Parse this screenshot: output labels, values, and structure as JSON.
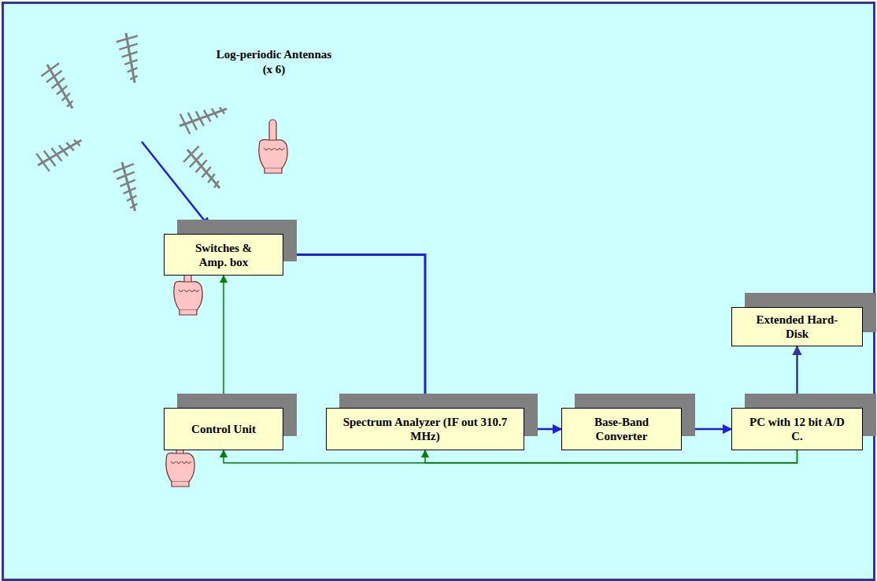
{
  "diagram": {
    "nodes": [
      {
        "text": [
          "Switches & Amp. box"
        ]
      },
      {
        "text": [
          "Extended Hard-Disk"
        ]
      },
      {
        "text": [
          "Control Unit"
        ]
      },
      {
        "text": [
          "Spectrum Analyzer (IF out 310.7 MHz)"
        ]
      },
      {
        "text": [
          "Base-Band Converter"
        ]
      },
      {
        "text": [
          "PC with 12 bit A/D C."
        ]
      }
    ],
    "edges": [
      {
        "from": 0,
        "to": 3,
        "arrow": "to"
      },
      {
        "from": 3,
        "to": 4,
        "arrow": "to"
      },
      {
        "from": 4,
        "to": 5,
        "arrow": "to"
      },
      {
        "from": 5,
        "to": 1,
        "arrow": "both"
      },
      {
        "from": 2,
        "to": 0,
        "arrow": "to"
      },
      {
        "from": 5,
        "to": 2,
        "arrow": "to"
      },
      {
        "from": 5,
        "to": 3,
        "arrow": "to"
      }
    ],
    "labels": [
      "Log-periodic Antennas (x 6)"
    ]
  }
}
